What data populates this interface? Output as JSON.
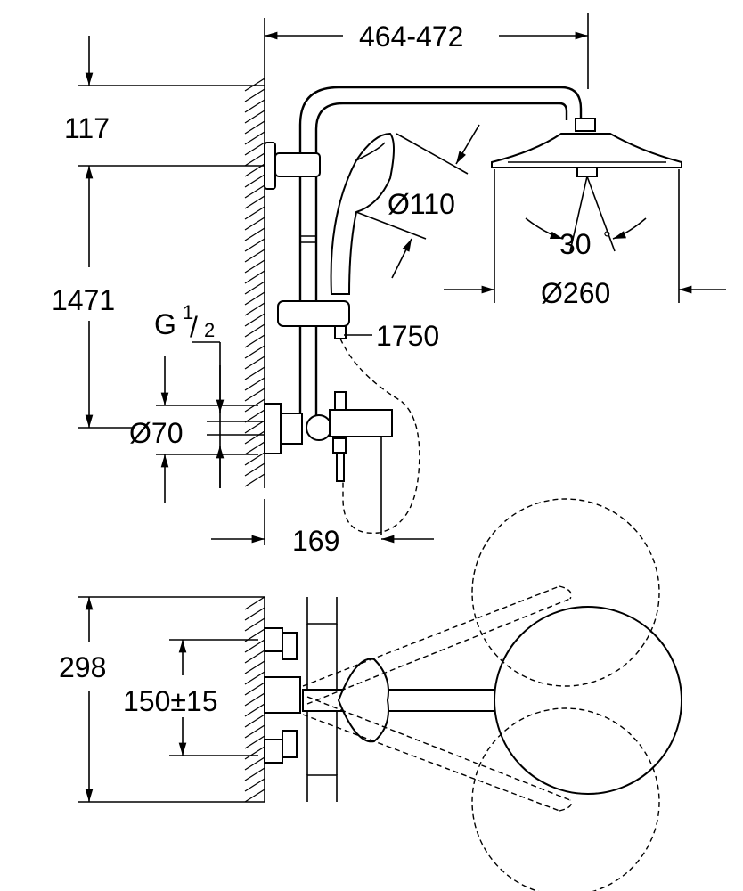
{
  "dimensions": {
    "arm_reach": "464-472",
    "top_offset": "117",
    "riser_height": "1471",
    "thread": "G",
    "thread_frac_num": "1",
    "thread_frac_den": "2",
    "hand_shower_dia": "Ø110",
    "head_dia": "Ø260",
    "head_tilt": "30",
    "tilt_unit": "°",
    "hose_length": "1750",
    "escutcheon_dia": "Ø70",
    "spout_projection": "169",
    "overall_width": "298",
    "inlet_centres": "150±15"
  }
}
